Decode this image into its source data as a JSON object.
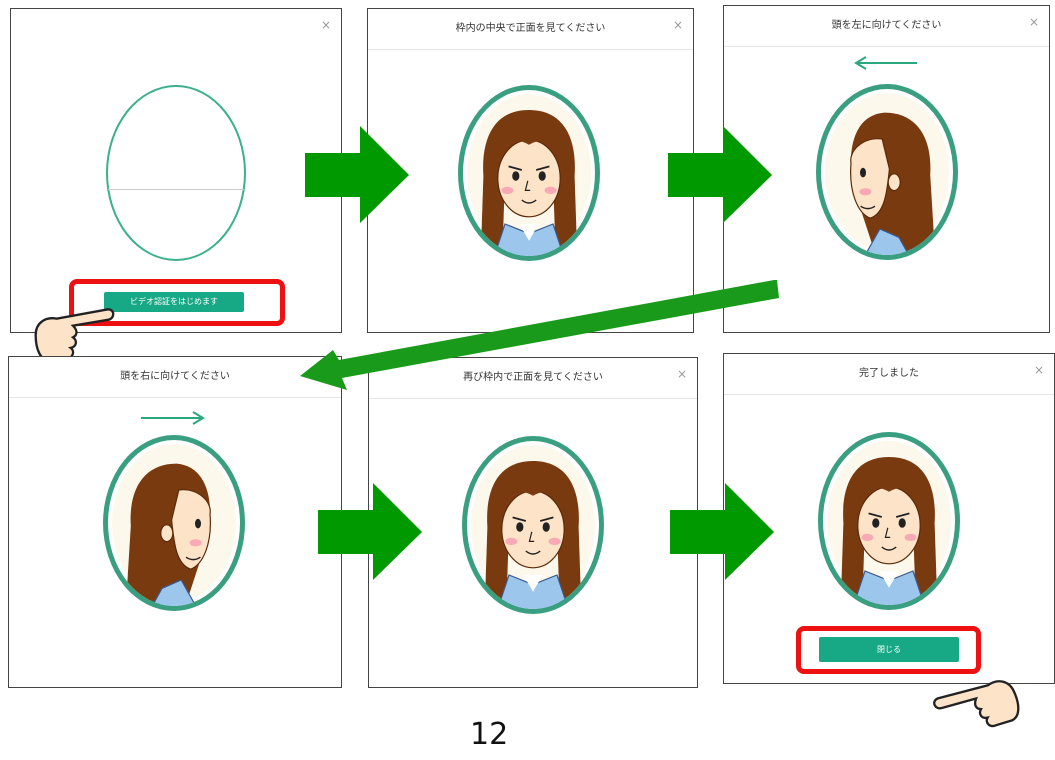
{
  "panels": [
    {
      "title": "",
      "close": "×",
      "button": "ビデオ認証をはじめます"
    },
    {
      "title": "枠内の中央で正面を見てください",
      "close": "×"
    },
    {
      "title": "頭を左に向けてください",
      "close": "×"
    },
    {
      "title": "頭を右に向けてください",
      "close": ""
    },
    {
      "title": "再び枠内で正面を見てください",
      "close": "×"
    },
    {
      "title": "完了しました",
      "close": "×",
      "button": "閉じる"
    }
  ],
  "page_number": "12",
  "colors": {
    "accent": "#17a885",
    "frame": "#3a9e80",
    "arrow": "#009900",
    "highlight": "#ee1111"
  }
}
